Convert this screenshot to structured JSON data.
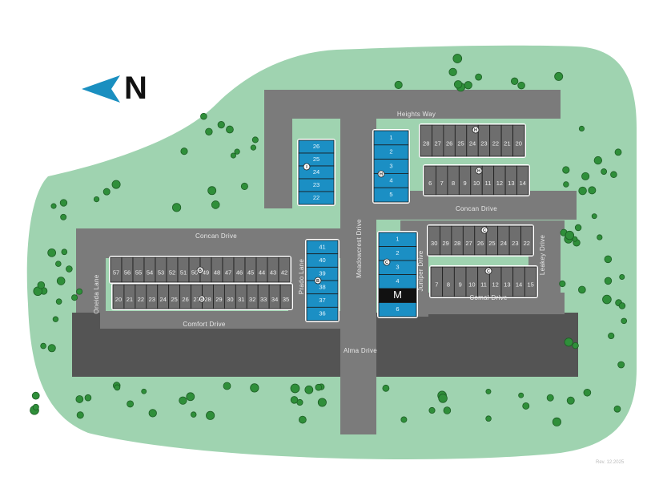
{
  "north": {
    "label": "N",
    "arrow_color": "#1a8fc0"
  },
  "revision": "Rev. 12.2025",
  "colors": {
    "grass": "#9fd3b0",
    "road": "#7b7b7b",
    "highway": "#545454",
    "lot": "#6e6e6e",
    "townhome": "#1b8fc4",
    "model": "#111111",
    "curb": "#ffffff"
  },
  "roads": [
    {
      "name": "Heights Way"
    },
    {
      "name": "Concan Drive"
    },
    {
      "name": "Concan Drive"
    },
    {
      "name": "Meadowcrest Drive"
    },
    {
      "name": "Prado Lane"
    },
    {
      "name": "Oneida Lane"
    },
    {
      "name": "Comfort Drive"
    },
    {
      "name": "Alma Drive"
    },
    {
      "name": "Juniper Drive"
    },
    {
      "name": "Leakey Drive"
    },
    {
      "name": "Comal Drive"
    }
  ],
  "blocks": [
    {
      "type": "lot",
      "lots": [
        "57",
        "56",
        "55",
        "54",
        "53",
        "52",
        "51",
        "50",
        "49",
        "48",
        "47",
        "46",
        "45",
        "44",
        "43",
        "42"
      ]
    },
    {
      "type": "lot",
      "lots": [
        "20",
        "21",
        "22",
        "23",
        "24",
        "25",
        "26",
        "27",
        "28",
        "29",
        "30",
        "31",
        "32",
        "33",
        "34",
        "35"
      ]
    },
    {
      "type": "townhome",
      "lots": [
        "41",
        "40",
        "39",
        "38",
        "37",
        "36"
      ]
    },
    {
      "type": "townhome",
      "lots": [
        "26",
        "25",
        "24",
        "23",
        "22"
      ]
    },
    {
      "type": "townhome",
      "lots": [
        "1",
        "2",
        "3",
        "4",
        "5"
      ]
    },
    {
      "type": "townhome",
      "lots": [
        "1",
        "2",
        "3",
        "4",
        "M",
        "6"
      ]
    },
    {
      "type": "lot",
      "lots": [
        "28",
        "27",
        "26",
        "25",
        "24",
        "23",
        "22",
        "21",
        "20"
      ]
    },
    {
      "type": "lot",
      "lots": [
        "6",
        "7",
        "8",
        "9",
        "10",
        "11",
        "12",
        "13",
        "14"
      ]
    },
    {
      "type": "lot",
      "lots": [
        "30",
        "29",
        "28",
        "27",
        "26",
        "25",
        "24",
        "23",
        "22"
      ]
    },
    {
      "type": "lot",
      "lots": [
        "7",
        "8",
        "9",
        "10",
        "11",
        "12",
        "13",
        "14",
        "15"
      ]
    }
  ],
  "markers": [
    "B",
    "B",
    "B",
    "I",
    "H",
    "H",
    "H",
    "C",
    "C",
    "C"
  ]
}
